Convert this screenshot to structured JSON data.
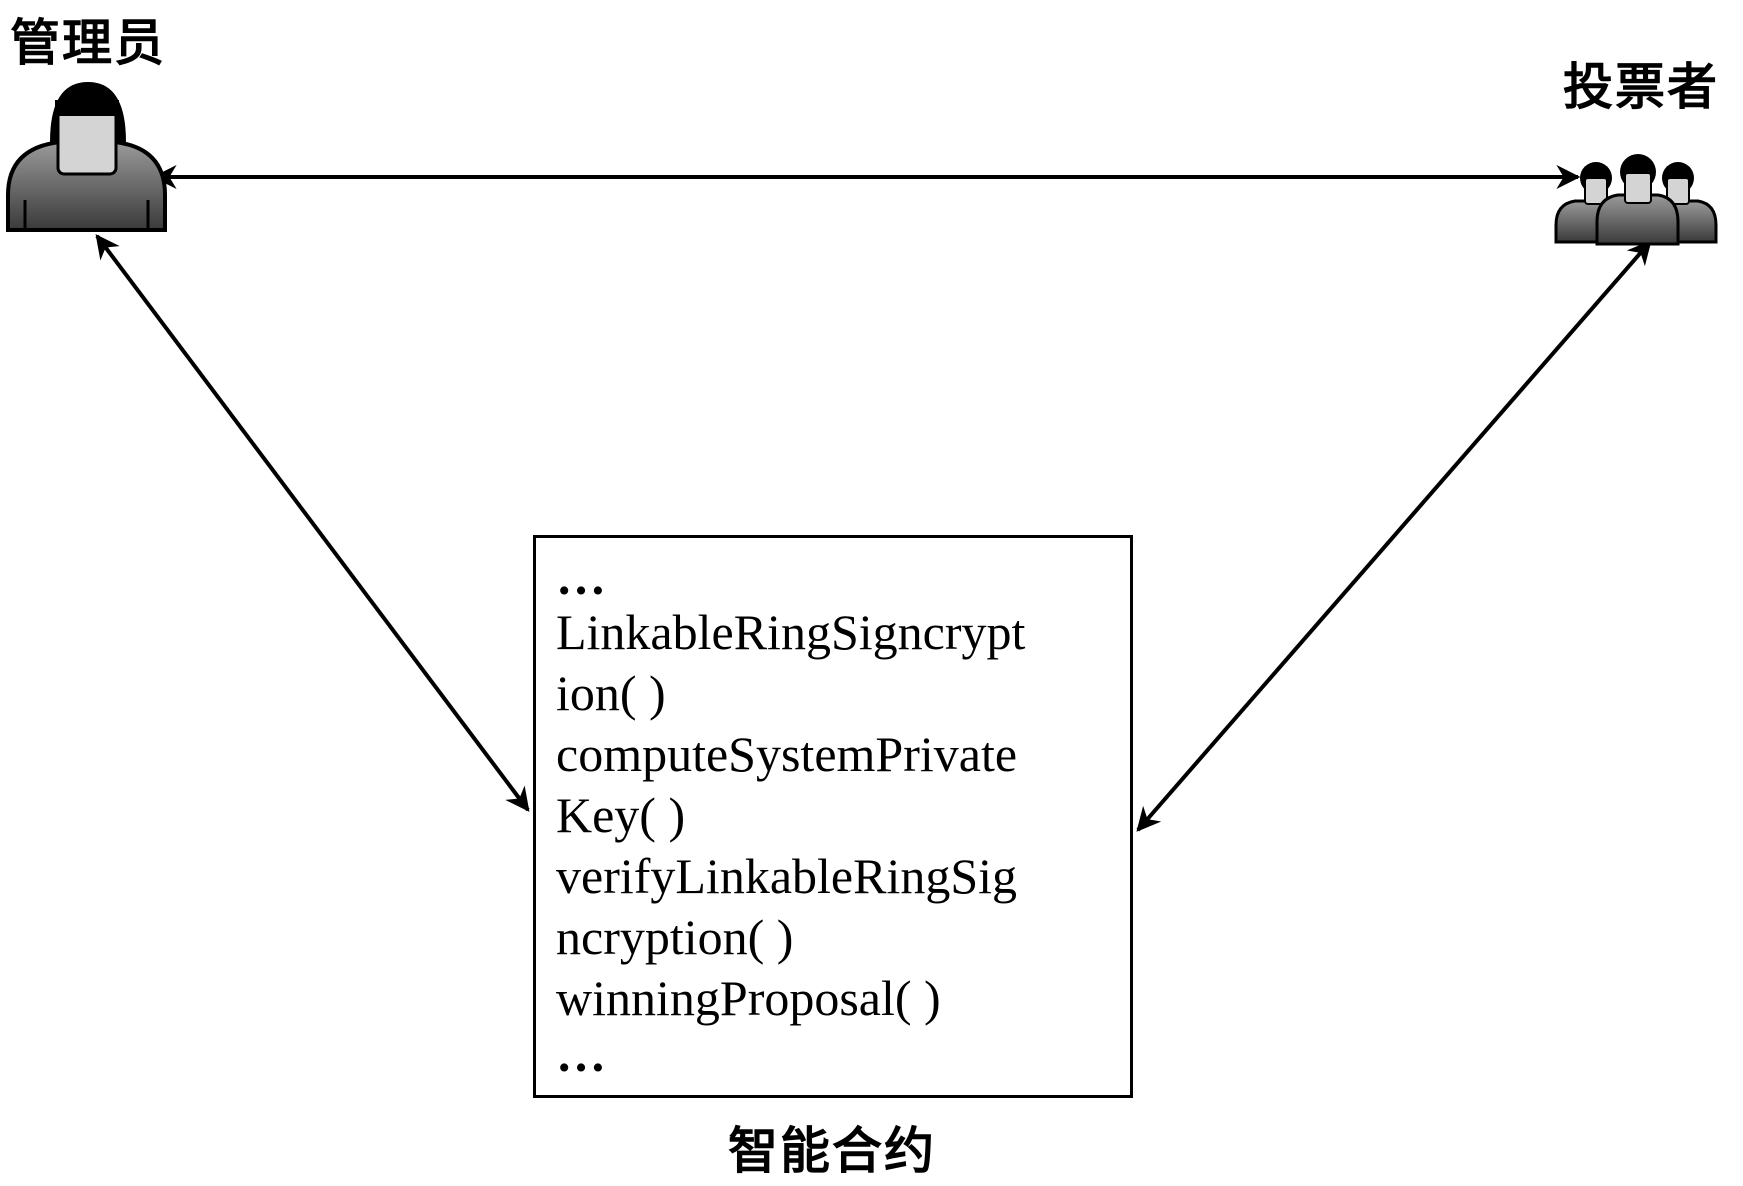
{
  "actors": {
    "admin": {
      "label": "管理员",
      "icon": "single-user-icon"
    },
    "voters": {
      "label": "投票者",
      "icon": "user-group-icon"
    }
  },
  "contract": {
    "caption": "智能合约",
    "lines": [
      "…",
      "LinkableRingSigncrypt",
      "ion( )",
      "computeSystemPrivate",
      "Key( )",
      "verifyLinkableRingSig",
      "ncryption( )",
      "winningProposal( )",
      "…"
    ]
  },
  "connections": [
    {
      "from": "admin",
      "to": "voters",
      "direction": "bidirectional"
    },
    {
      "from": "admin",
      "to": "contract",
      "direction": "bidirectional"
    },
    {
      "from": "voters",
      "to": "contract",
      "direction": "bidirectional"
    }
  ],
  "colors": {
    "stroke": "#000000",
    "person_body_dark": "#3a3a3a",
    "person_body_light": "#9a9a9a",
    "person_face": "#d4d4d4"
  }
}
